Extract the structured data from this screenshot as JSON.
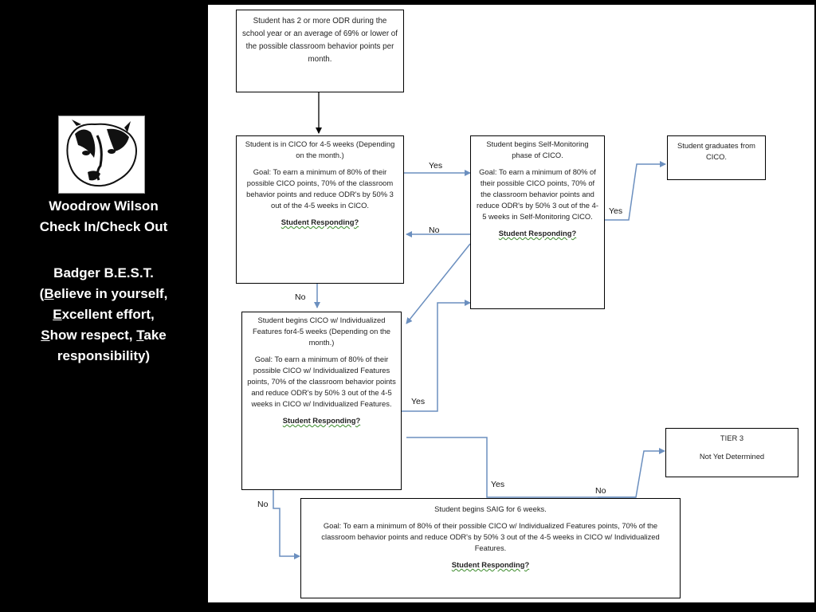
{
  "sidebar": {
    "title_line1": "Woodrow Wilson",
    "title_line2": "Check In/Check Out",
    "motto_title": "Badger B.E.S.T.",
    "motto": {
      "l1_pre": "(",
      "l1_b": "B",
      "l1_rest": "elieve in yourself,",
      "l2_e": "E",
      "l2_rest": "xcellent effort,",
      "l3_s": "S",
      "l3_mid": "how respect, ",
      "l3_t": "T",
      "l3_rest": "ake",
      "l4": "responsibility)"
    }
  },
  "flow": {
    "start": "Student has 2 or more ODR during the school year or an average of 69% or lower of the possible classroom behavior points per month.",
    "cico": {
      "line": "Student is in CICO for 4-5 weeks (Depending on the month.)",
      "goal": "Goal: To earn a minimum of 80% of their possible CICO points, 70% of the classroom behavior points and reduce ODR's by 50% 3 out of the 4-5 weeks in CICO.",
      "responding": "Student Responding?"
    },
    "self_monitor": {
      "line": "Student begins Self-Monitoring phase of CICO.",
      "goal": "Goal: To earn a minimum of 80% of their possible CICO points, 70% of the classroom behavior points and reduce ODR's by 50% 3 out of the 4-5 weeks in Self-Monitoring CICO.",
      "responding": "Student Responding?"
    },
    "graduate": "Student graduates from CICO.",
    "individualized": {
      "line": "Student begins CICO w/ Individualized Features for4-5 weeks (Depending on the month.)",
      "goal": "Goal: To earn a minimum of 80% of their possible CICO w/ Individualized Features points, 70% of the classroom behavior points and reduce ODR's by 50% 3 out of the 4-5 weeks in CICO w/ Individualized Features.",
      "responding": "Student Responding?"
    },
    "tier3": {
      "title": "TIER 3",
      "status": "Not Yet Determined"
    },
    "saig": {
      "line": "Student begins SAIG for 6 weeks.",
      "goal": "Goal: To earn a minimum of 80% of their possible CICO w/ Individualized Features points, 70% of the classroom behavior points and reduce ODR's by 50% 3 out of the 4-5 weeks in CICO w/ Individualized Features.",
      "responding": "Student Responding?"
    },
    "labels": {
      "yes_cico": "Yes",
      "no_self": "No",
      "yes_self": "Yes",
      "no_cico": "No",
      "yes_ind": "Yes",
      "yes_ind2": "Yes",
      "no_saig": "No",
      "no_ind": "No"
    }
  },
  "colors": {
    "arrow_blue": "#6b8fbf",
    "arrow_black": "#000000",
    "responding_underline": "#3a8a2a"
  }
}
